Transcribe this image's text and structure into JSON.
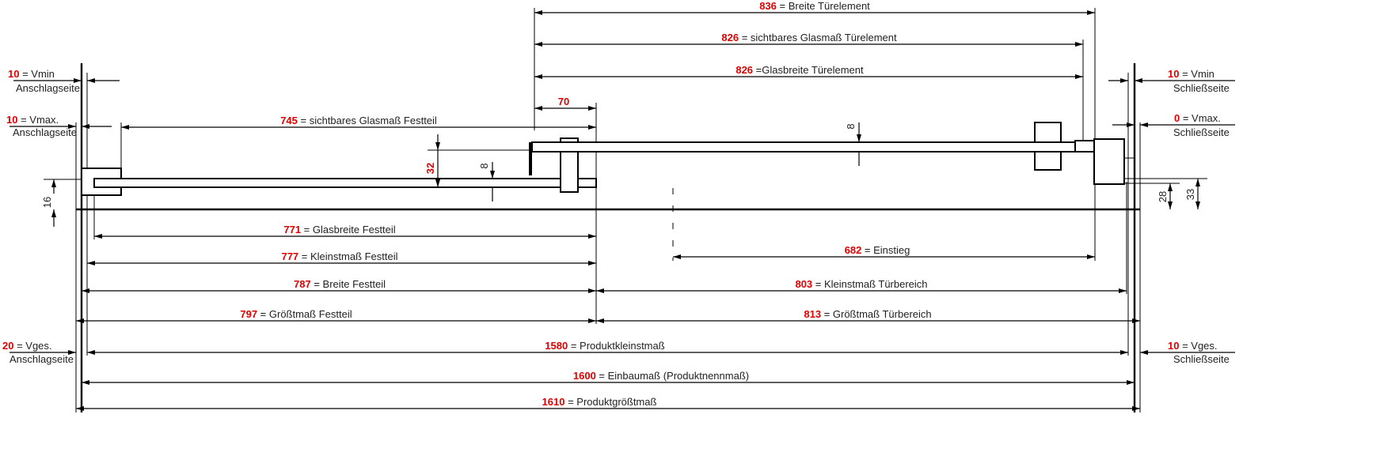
{
  "dims": [
    {
      "value": "836",
      "label": " = Breite Türelement"
    },
    {
      "value": "826",
      "label": " = sichtbares Glasmaß Türelement"
    },
    {
      "value": "826",
      "label": " =Glasbreite Türelement"
    },
    {
      "value": "70",
      "label": ""
    },
    {
      "value": "745",
      "label": " = sichtbares Glasmaß Festteil"
    },
    {
      "value": "771",
      "label": " = Glasbreite Festteil"
    },
    {
      "value": "777",
      "label": " = Kleinstmaß Festteil"
    },
    {
      "value": "787",
      "label": " = Breite Festteil"
    },
    {
      "value": "803",
      "label": " = Kleinstmaß Türbereich"
    },
    {
      "value": "797",
      "label": " = Größtmaß Festteil"
    },
    {
      "value": "813",
      "label": " = Größtmaß Türbereich"
    },
    {
      "value": "1580",
      "label": " = Produktkleinstmaß"
    },
    {
      "value": "1600",
      "label": " = Einbaumaß (Produktnennmaß)"
    },
    {
      "value": "1610",
      "label": " = Produktgrößtmaß"
    },
    {
      "value": "682",
      "label": " = Einstieg"
    }
  ],
  "left_labels": [
    {
      "value": "10",
      "label": " = Vmin",
      "sub": "Anschlagseite"
    },
    {
      "value": "10",
      "label": " = Vmax.",
      "sub": "Anschlagseite"
    },
    {
      "value": "20",
      "label": " = Vges.",
      "sub": "Anschlagseite"
    }
  ],
  "right_labels": [
    {
      "value": "10",
      "label": " = Vmin",
      "sub": "Schließseite"
    },
    {
      "value": "0",
      "label": " = Vmax.",
      "sub": "Schließseite"
    },
    {
      "value": "10",
      "label": " = Vges.",
      "sub": "Schließseite"
    }
  ],
  "vertical_dims": {
    "glass_offset": "32",
    "left_height": "16",
    "right_inner": "28",
    "right_outer": "33",
    "gap_festteil": "8",
    "gap_door": "8"
  },
  "colors": {
    "value_red": "#e00000",
    "line": "#000000"
  }
}
